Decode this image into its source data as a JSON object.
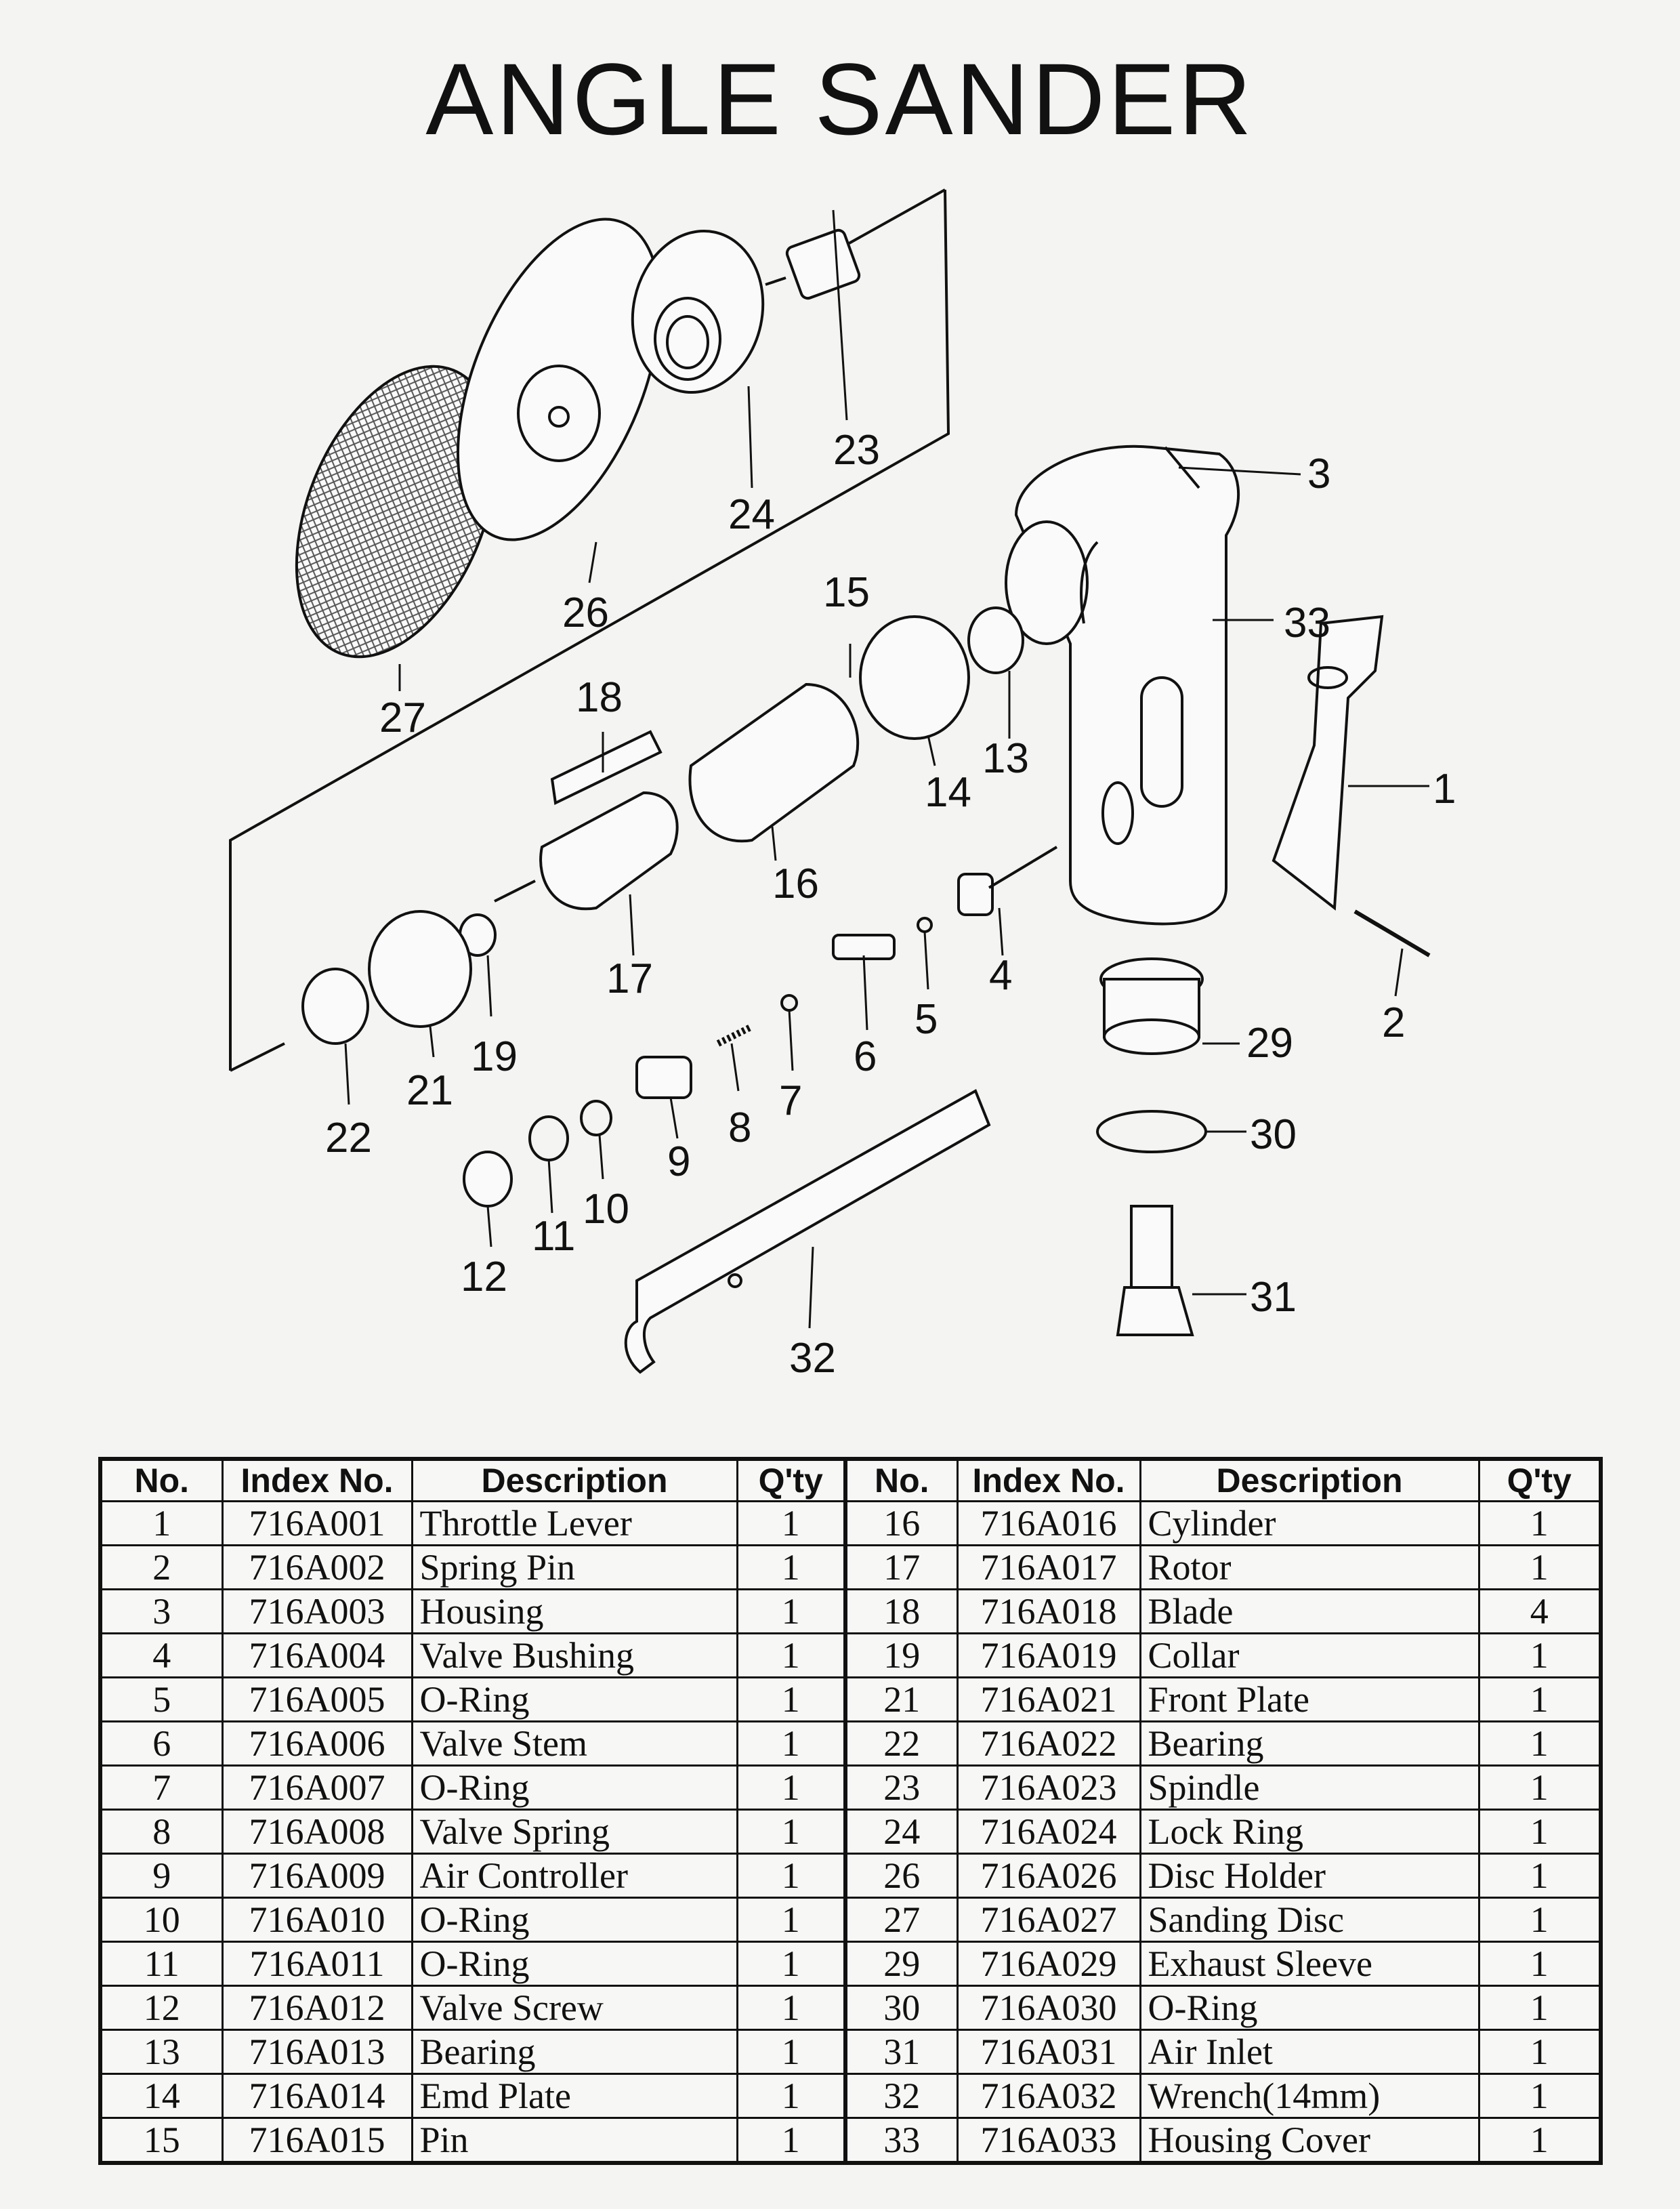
{
  "title": "ANGLE SANDER",
  "callouts": [
    "1",
    "2",
    "3",
    "4",
    "5",
    "6",
    "7",
    "8",
    "9",
    "10",
    "11",
    "12",
    "13",
    "14",
    "15",
    "16",
    "17",
    "18",
    "19",
    "21",
    "22",
    "23",
    "24",
    "26",
    "27",
    "29",
    "30",
    "31",
    "32",
    "33"
  ],
  "table": {
    "headers": [
      "No.",
      "Index No.",
      "Description",
      "Q'ty"
    ],
    "rows": [
      {
        "no": "1",
        "index": "716A001",
        "desc": "Throttle Lever",
        "qty": "1"
      },
      {
        "no": "2",
        "index": "716A002",
        "desc": "Spring Pin",
        "qty": "1"
      },
      {
        "no": "3",
        "index": "716A003",
        "desc": "Housing",
        "qty": "1"
      },
      {
        "no": "4",
        "index": "716A004",
        "desc": "Valve Bushing",
        "qty": "1"
      },
      {
        "no": "5",
        "index": "716A005",
        "desc": "O-Ring",
        "qty": "1"
      },
      {
        "no": "6",
        "index": "716A006",
        "desc": "Valve Stem",
        "qty": "1"
      },
      {
        "no": "7",
        "index": "716A007",
        "desc": "O-Ring",
        "qty": "1"
      },
      {
        "no": "8",
        "index": "716A008",
        "desc": "Valve Spring",
        "qty": "1"
      },
      {
        "no": "9",
        "index": "716A009",
        "desc": "Air Controller",
        "qty": "1"
      },
      {
        "no": "10",
        "index": "716A010",
        "desc": "O-Ring",
        "qty": "1"
      },
      {
        "no": "11",
        "index": "716A011",
        "desc": "O-Ring",
        "qty": "1"
      },
      {
        "no": "12",
        "index": "716A012",
        "desc": "Valve Screw",
        "qty": "1"
      },
      {
        "no": "13",
        "index": "716A013",
        "desc": "Bearing",
        "qty": "1"
      },
      {
        "no": "14",
        "index": "716A014",
        "desc": "Emd Plate",
        "qty": "1"
      },
      {
        "no": "15",
        "index": "716A015",
        "desc": "Pin",
        "qty": "1"
      },
      {
        "no": "16",
        "index": "716A016",
        "desc": "Cylinder",
        "qty": "1"
      },
      {
        "no": "17",
        "index": "716A017",
        "desc": "Rotor",
        "qty": "1"
      },
      {
        "no": "18",
        "index": "716A018",
        "desc": "Blade",
        "qty": "4"
      },
      {
        "no": "19",
        "index": "716A019",
        "desc": "Collar",
        "qty": "1"
      },
      {
        "no": "21",
        "index": "716A021",
        "desc": "Front Plate",
        "qty": "1"
      },
      {
        "no": "22",
        "index": "716A022",
        "desc": "Bearing",
        "qty": "1"
      },
      {
        "no": "23",
        "index": "716A023",
        "desc": "Spindle",
        "qty": "1"
      },
      {
        "no": "24",
        "index": "716A024",
        "desc": "Lock Ring",
        "qty": "1"
      },
      {
        "no": "26",
        "index": "716A026",
        "desc": "Disc Holder",
        "qty": "1"
      },
      {
        "no": "27",
        "index": "716A027",
        "desc": "Sanding Disc",
        "qty": "1"
      },
      {
        "no": "29",
        "index": "716A029",
        "desc": "Exhaust Sleeve",
        "qty": "1"
      },
      {
        "no": "30",
        "index": "716A030",
        "desc": "O-Ring",
        "qty": "1"
      },
      {
        "no": "31",
        "index": "716A031",
        "desc": "Air Inlet",
        "qty": "1"
      },
      {
        "no": "32",
        "index": "716A032",
        "desc": "Wrench(14mm)",
        "qty": "1"
      },
      {
        "no": "33",
        "index": "716A033",
        "desc": "Housing Cover",
        "qty": "1"
      }
    ]
  }
}
